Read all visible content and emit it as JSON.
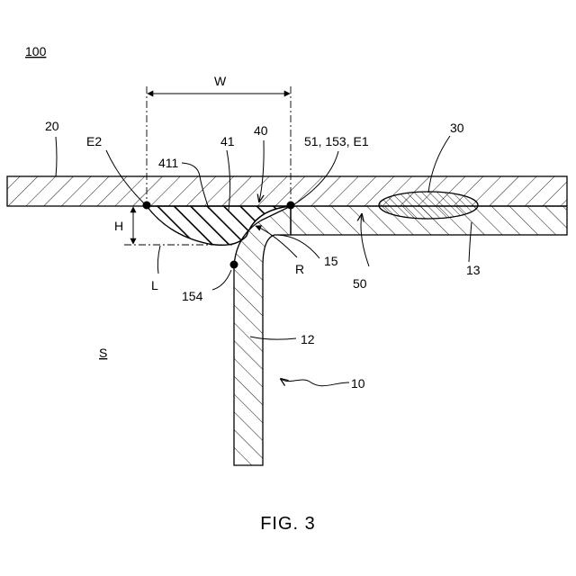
{
  "figure": {
    "caption": "FIG. 3",
    "reference": "100",
    "space_label": "S"
  },
  "labels": {
    "width": "W",
    "height": "H",
    "line": "L",
    "radius": "R",
    "sheet": "20",
    "edge_left": "E2",
    "hatch_sub": "411",
    "fill_region": "41",
    "joint": "40",
    "edge_right": "51, 153, E1",
    "weld": "30",
    "wall": "12",
    "body": "10",
    "bend": "15",
    "interface": "50",
    "flange": "13",
    "point_154": "154"
  },
  "colors": {
    "ink": "#000000",
    "paper": "#ffffff"
  }
}
